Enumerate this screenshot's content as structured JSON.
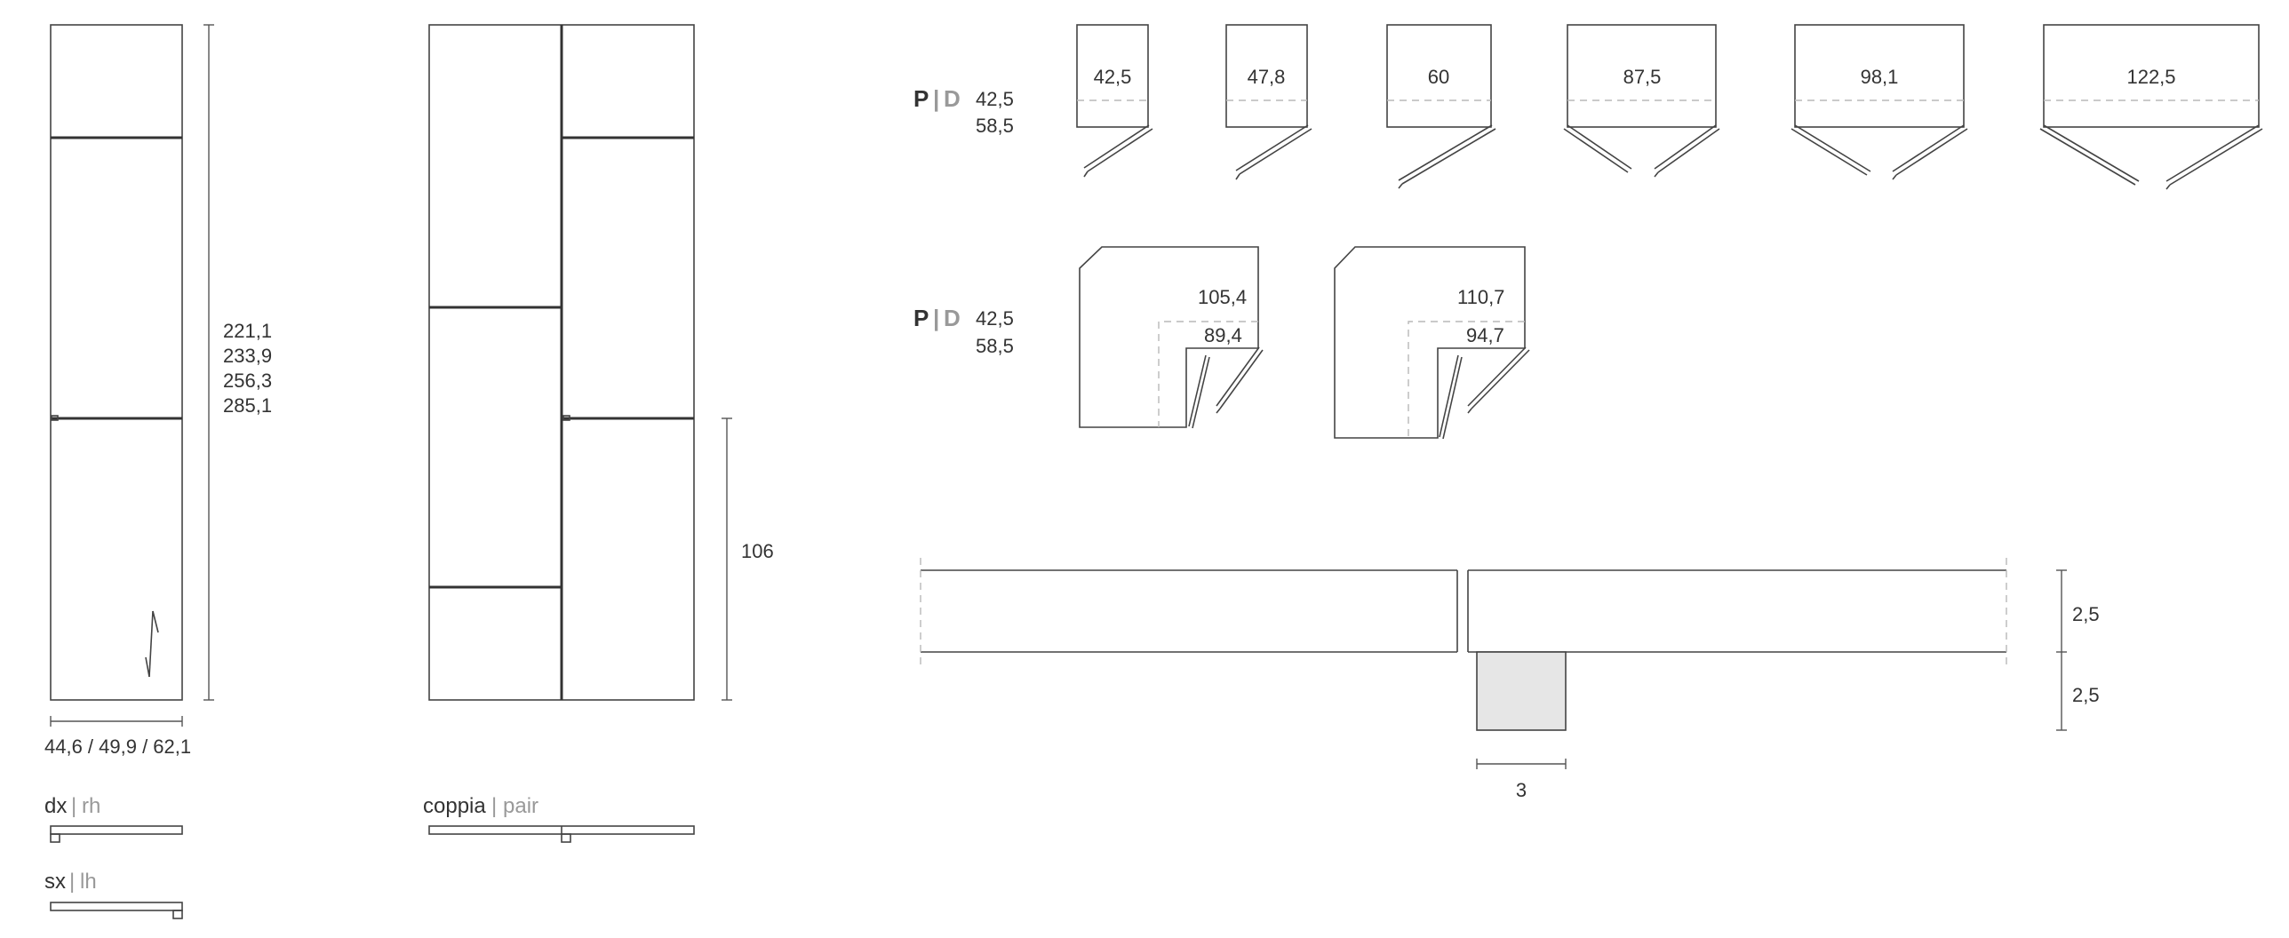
{
  "left_panel": {
    "heights": [
      "221,1",
      "233,9",
      "256,3",
      "285,1"
    ],
    "widths": "44,6 / 49,9 / 62,1"
  },
  "pair_panel": {
    "handle_height": "106"
  },
  "labels": {
    "dx": "dx",
    "rh": "rh",
    "sx": "sx",
    "lh": "lh",
    "coppia": "coppia",
    "pair": "pair",
    "separator": "|"
  },
  "depth_row_1": {
    "P": "P",
    "D": "D",
    "depths": [
      "42,5",
      "58,5"
    ],
    "modules": [
      "42,5",
      "47,8",
      "60",
      "87,5",
      "98,1",
      "122,5"
    ]
  },
  "depth_row_2": {
    "P": "P",
    "D": "D",
    "depths": [
      "42,5",
      "58,5"
    ],
    "corners": [
      {
        "outer": "105,4",
        "inner": "89,4"
      },
      {
        "outer": "110,7",
        "inner": "94,7"
      }
    ]
  },
  "section_detail": {
    "thickness_top": "2,5",
    "thickness_bottom": "2,5",
    "handle_width": "3"
  }
}
